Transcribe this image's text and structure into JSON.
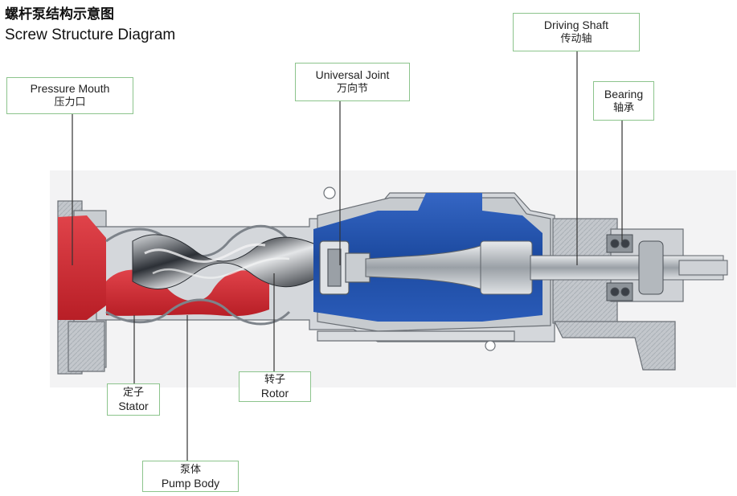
{
  "title": {
    "cn": "螺杆泵结构示意图",
    "en": "Screw Structure Diagram"
  },
  "labels": {
    "pressure_mouth": {
      "en": "Pressure Mouth",
      "cn": "压力口"
    },
    "universal_joint": {
      "en": "Universal Joint",
      "cn": "万向节"
    },
    "driving_shaft": {
      "en": "Driving Shaft",
      "cn": "传动轴"
    },
    "bearing": {
      "en": "Bearing",
      "cn": "轴承"
    },
    "stator": {
      "cn": "定子",
      "en": "Stator"
    },
    "rotor": {
      "cn": "转子",
      "en": "Rotor"
    },
    "pump_body": {
      "cn": "泵体",
      "en": "Pump Body"
    }
  },
  "colors": {
    "label_border": "#8cc48c",
    "leader_line": "#333333",
    "housing_gray": "#b9bec4",
    "fluid_red": "#c8262e",
    "fluid_blue": "#1f4fa8",
    "rotor_dark": "#3a3f46"
  }
}
